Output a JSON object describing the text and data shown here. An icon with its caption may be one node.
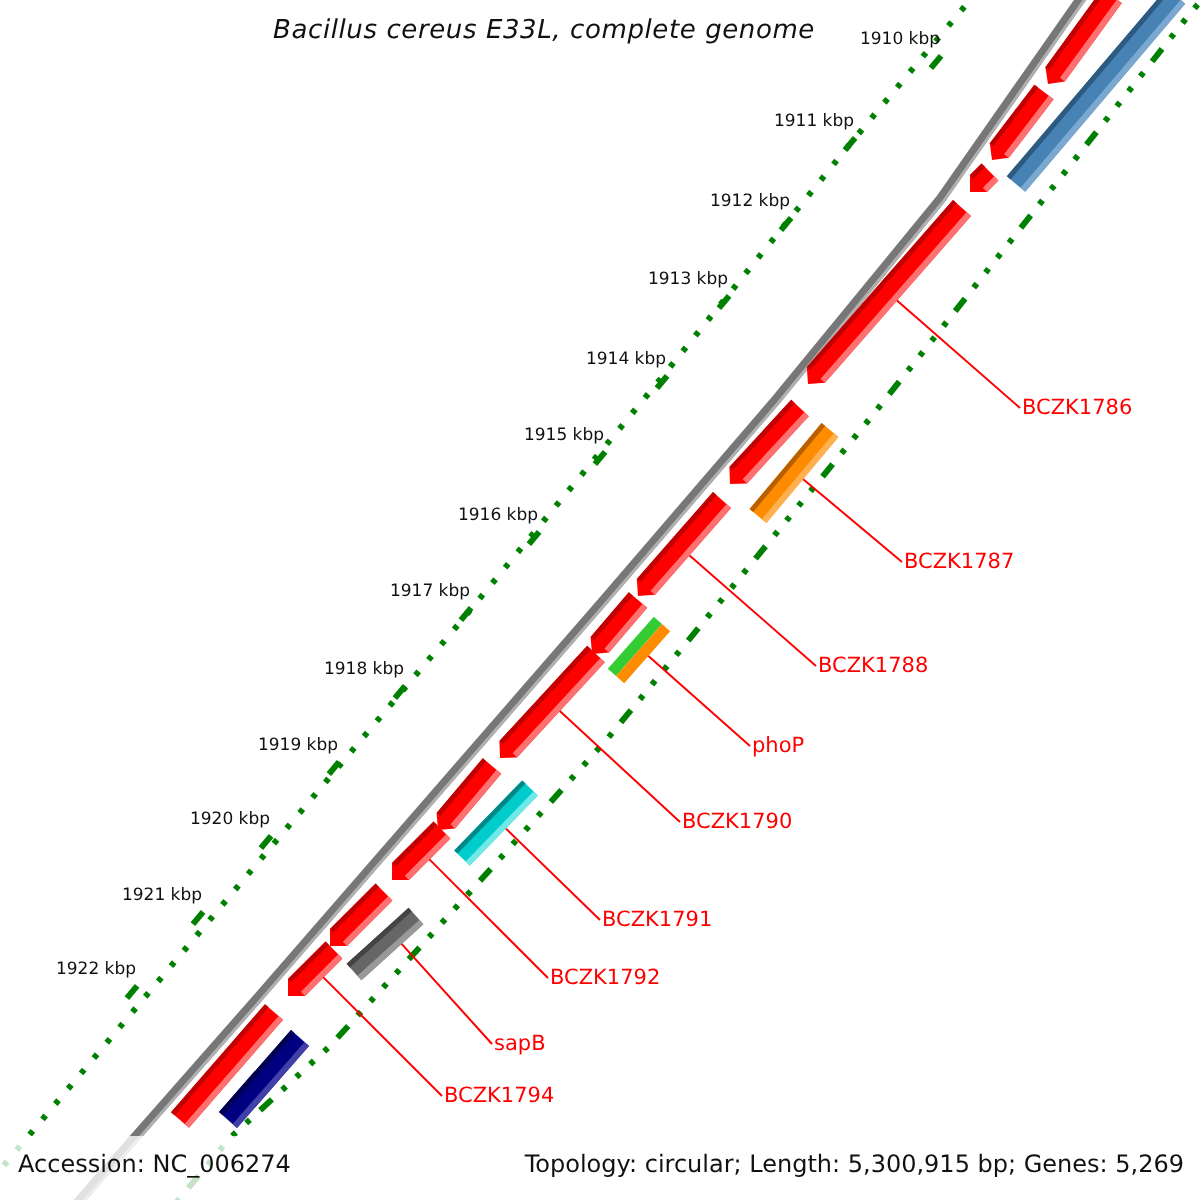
{
  "diagram": {
    "title": "Bacillus cereus E33L, complete genome",
    "nodes": [
      {
        "text": [
          "BCZK1786"
        ]
      },
      {
        "text": [
          "BCZK1787"
        ]
      },
      {
        "text": [
          "BCZK1788"
        ]
      },
      {
        "text": [
          "phoP"
        ]
      },
      {
        "text": [
          "BCZK1790"
        ]
      },
      {
        "text": [
          "BCZK1791"
        ]
      },
      {
        "text": [
          "BCZK1792"
        ]
      },
      {
        "text": [
          "sapB"
        ]
      },
      {
        "text": [
          "BCZK1794"
        ]
      },
      {
        "text": [],
        "shape": "arrow"
      },
      {
        "text": [],
        "shape": "bar"
      },
      {
        "text": [],
        "shape": "arrow"
      },
      {
        "text": [],
        "shape": "bar"
      },
      {
        "text": [],
        "shape": "arrow"
      },
      {
        "text": [],
        "shape": "bar"
      },
      {
        "text": [],
        "shape": "arrow"
      },
      {
        "text": [],
        "shape": "bar"
      },
      {
        "text": [],
        "shape": "arrow"
      },
      {
        "text": [],
        "shape": "arrow"
      },
      {
        "text": [],
        "shape": "arrow"
      },
      {
        "text": [],
        "shape": "arrow"
      },
      {
        "text": [],
        "shape": "bar"
      },
      {
        "text": [],
        "shape": "arrow"
      },
      {
        "text": [],
        "shape": "arrow"
      },
      {
        "text": [],
        "shape": "arrow"
      },
      {
        "text": [],
        "shape": "arrow"
      },
      {
        "text": [],
        "shape": "bar"
      },
      {
        "text": [],
        "shape": "bar"
      }
    ],
    "edges": [
      {
        "from": 0,
        "to": 9,
        "arrow": "none"
      },
      {
        "from": 1,
        "to": 10,
        "arrow": "none"
      },
      {
        "from": 2,
        "to": 11,
        "arrow": "none"
      },
      {
        "from": 3,
        "to": 12,
        "arrow": "none"
      },
      {
        "from": 4,
        "to": 13,
        "arrow": "none"
      },
      {
        "from": 5,
        "to": 14,
        "arrow": "none"
      },
      {
        "from": 6,
        "to": 15,
        "arrow": "none"
      },
      {
        "from": 7,
        "to": 16,
        "arrow": "none"
      },
      {
        "from": 8,
        "to": 17,
        "arrow": "none"
      }
    ],
    "labels": [
      "1910 kbp",
      "1911 kbp",
      "1912 kbp",
      "1913 kbp",
      "1914 kbp",
      "1915 kbp",
      "1916 kbp",
      "1917 kbp",
      "1918 kbp",
      "1919 kbp",
      "1920 kbp",
      "1921 kbp",
      "1922 kbp",
      "Accession: NC_006274",
      "Topology: circular; Length: 5,300,915 bp; Genes: 5,269"
    ]
  }
}
